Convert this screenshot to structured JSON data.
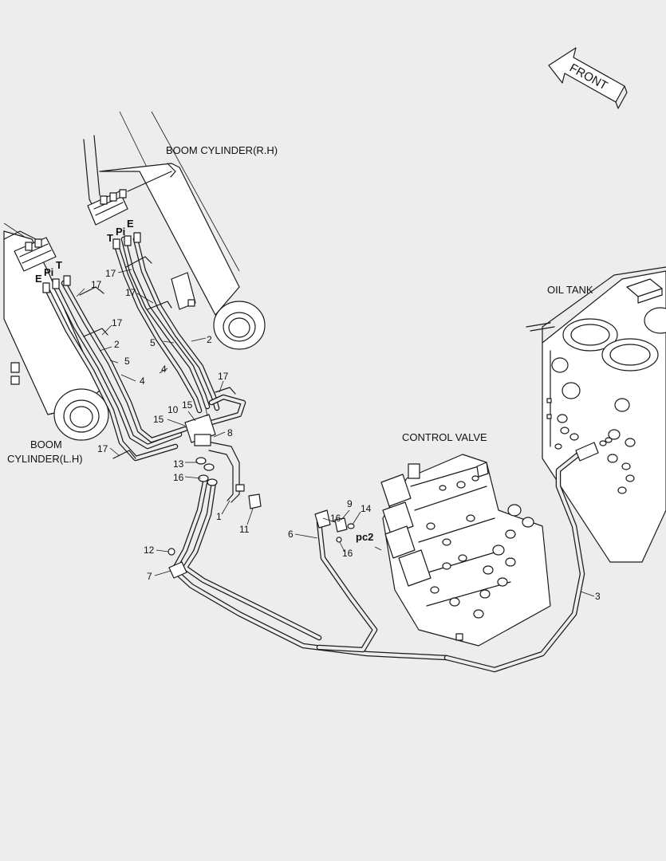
{
  "titles": {
    "boom_rh": "BOOM CYLINDER(R.H)",
    "boom_lh_line1": "BOOM",
    "boom_lh_line2": "CYLINDER(L.H)",
    "oil_tank": "OIL TANK",
    "control_valve": "CONTROL VALVE",
    "front": "FRONT"
  },
  "ports": {
    "rh_t": "T",
    "rh_pi": "Pi",
    "rh_e": "E",
    "lh_e": "E",
    "lh_pi": "Pi",
    "lh_t": "T",
    "pc2": "pc2"
  },
  "callouts": {
    "c17a": "17",
    "c17b": "17",
    "c17c": "17",
    "c17d": "17",
    "c17e": "17",
    "c17f": "17",
    "c2a": "2",
    "c2b": "2",
    "c5a": "5",
    "c5b": "5",
    "c4a": "4",
    "c4b": "4",
    "c10": "10",
    "c15a": "15",
    "c15b": "15",
    "c8": "8",
    "c13": "13",
    "c16a": "16",
    "c1": "1",
    "c11": "11",
    "c12": "12",
    "c7": "7",
    "c6": "6",
    "c16b": "16",
    "c9": "9",
    "c14": "14",
    "c16c": "16",
    "c3": "3"
  }
}
